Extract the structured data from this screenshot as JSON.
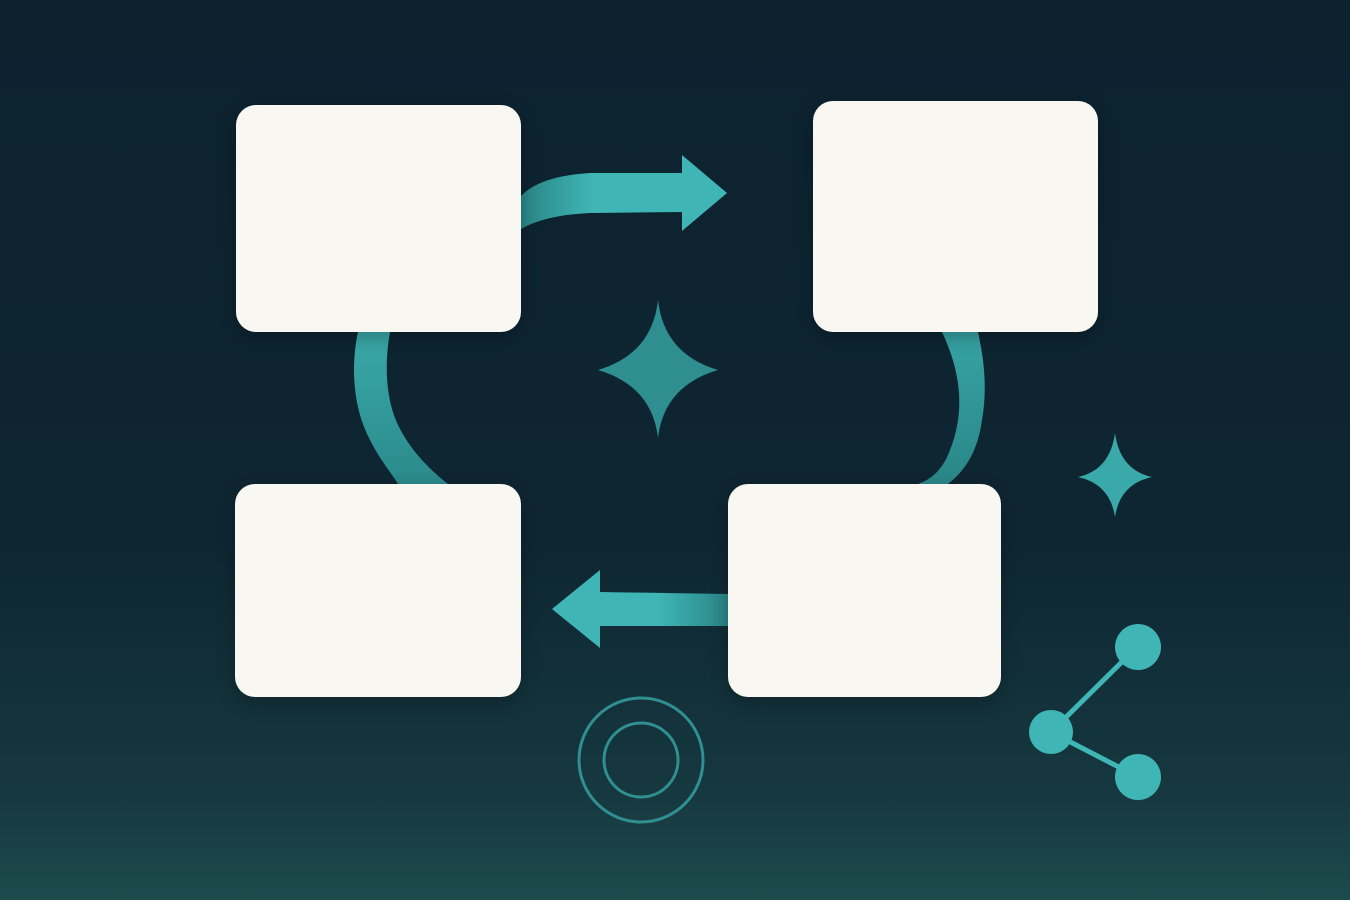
{
  "palette": {
    "background_top": "#0c222f",
    "background_bottom": "#1d4b4c",
    "accent": "#3fb6b5",
    "accent_dark": "#2e8f92",
    "card": "#f9f7f2"
  },
  "cards": [
    {
      "id": "top-left",
      "text": ""
    },
    {
      "id": "top-right",
      "text": ""
    },
    {
      "id": "bottom-left",
      "text": ""
    },
    {
      "id": "bottom-right",
      "text": ""
    }
  ],
  "connectors": [
    {
      "from": "top-left",
      "to": "top-right",
      "style": "arrow"
    },
    {
      "from": "top-right",
      "to": "bottom-right",
      "style": "curve"
    },
    {
      "from": "bottom-right",
      "to": "bottom-left",
      "style": "arrow"
    },
    {
      "from": "bottom-left",
      "to": "top-left",
      "style": "curve"
    }
  ],
  "icons": [
    "sparkle-icon",
    "small-sparkle-icon",
    "target-icon",
    "share-icon"
  ]
}
